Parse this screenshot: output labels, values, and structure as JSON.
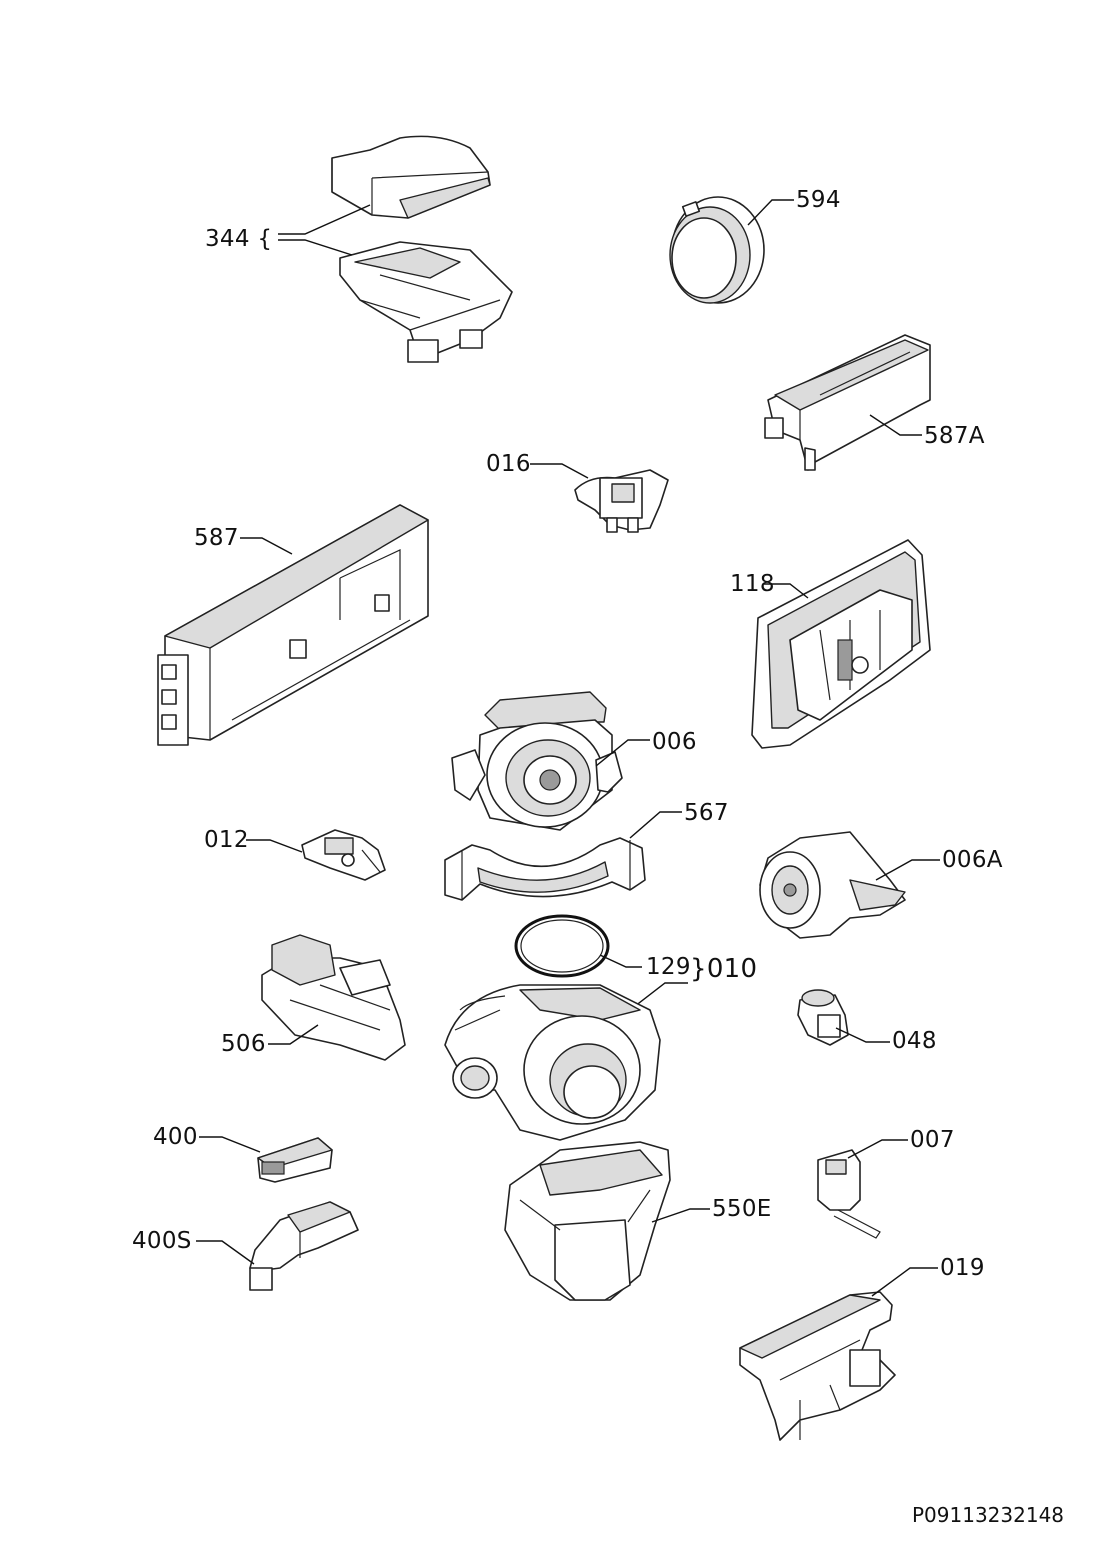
{
  "diagram": {
    "drawing_id": "P09113232148",
    "parts": [
      {
        "key": "p344",
        "label": "344 {"
      },
      {
        "key": "p594",
        "label": "594"
      },
      {
        "key": "p587A",
        "label": "587A"
      },
      {
        "key": "p016",
        "label": "016"
      },
      {
        "key": "p587",
        "label": "587"
      },
      {
        "key": "p118",
        "label": "118"
      },
      {
        "key": "p006",
        "label": "006"
      },
      {
        "key": "p567",
        "label": "567"
      },
      {
        "key": "p012",
        "label": "012"
      },
      {
        "key": "p006A",
        "label": "006A"
      },
      {
        "key": "p129",
        "label": "129"
      },
      {
        "key": "p010",
        "label": "}010"
      },
      {
        "key": "p506",
        "label": "506"
      },
      {
        "key": "p048",
        "label": "048"
      },
      {
        "key": "p400",
        "label": "400"
      },
      {
        "key": "p007",
        "label": "007"
      },
      {
        "key": "p400S",
        "label": "400S"
      },
      {
        "key": "p550E",
        "label": "550E"
      },
      {
        "key": "p019",
        "label": "019"
      }
    ]
  }
}
